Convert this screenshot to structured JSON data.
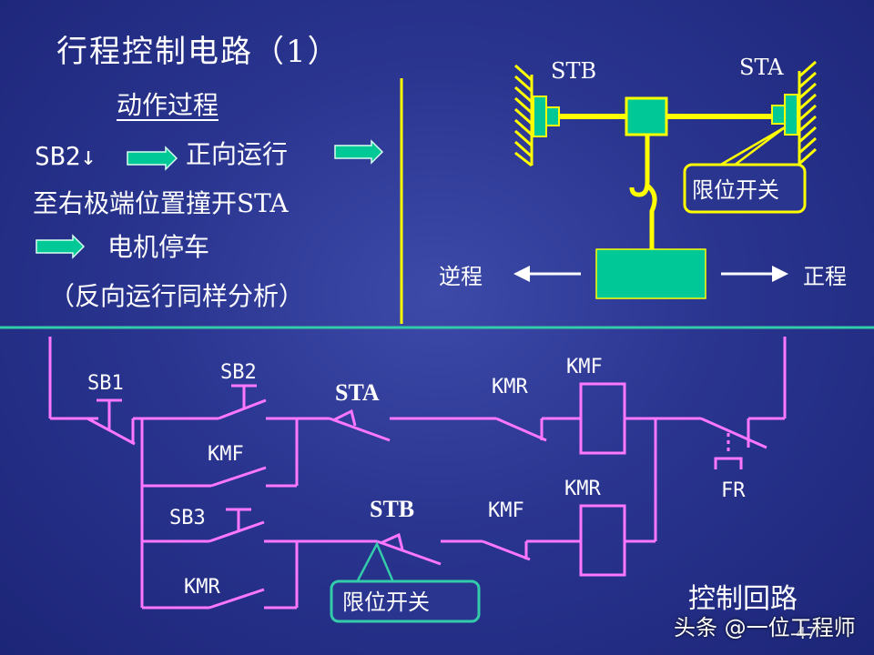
{
  "title": "行程控制电路（1）",
  "process": {
    "heading": "动作过程",
    "line1_a": "SB2↓",
    "line1_b": "正向运行",
    "line2": "至右极端位置撞开STA",
    "line3": "电机停车",
    "line4": "（反向运行同样分析）"
  },
  "mechanism": {
    "stb_label": "STB",
    "sta_label": "STA",
    "limit_switch_label": "限位开关",
    "reverse_label": "逆程",
    "forward_label": "正程"
  },
  "circuit": {
    "sb1": "SB1",
    "sb2": "SB2",
    "sb3": "SB3",
    "kmf_hold": "KMF",
    "kmr_hold": "KMR",
    "sta": "STA",
    "stb": "STB",
    "kmr_interlock": "KMR",
    "kmf_interlock": "KMF",
    "kmf_coil": "KMF",
    "kmr_coil": "KMR",
    "fr": "FR",
    "limit_switch_label": "限位开关",
    "caption": "控制回路"
  },
  "footer": {
    "page_number": "47",
    "watermark": "头条 @一位工程师"
  },
  "colors": {
    "background": "#2a3590",
    "circuit_wire": "#ff77ff",
    "mechanism": "#ffff00",
    "arrow_green": "#00c896",
    "divider": "#33ccaa"
  }
}
